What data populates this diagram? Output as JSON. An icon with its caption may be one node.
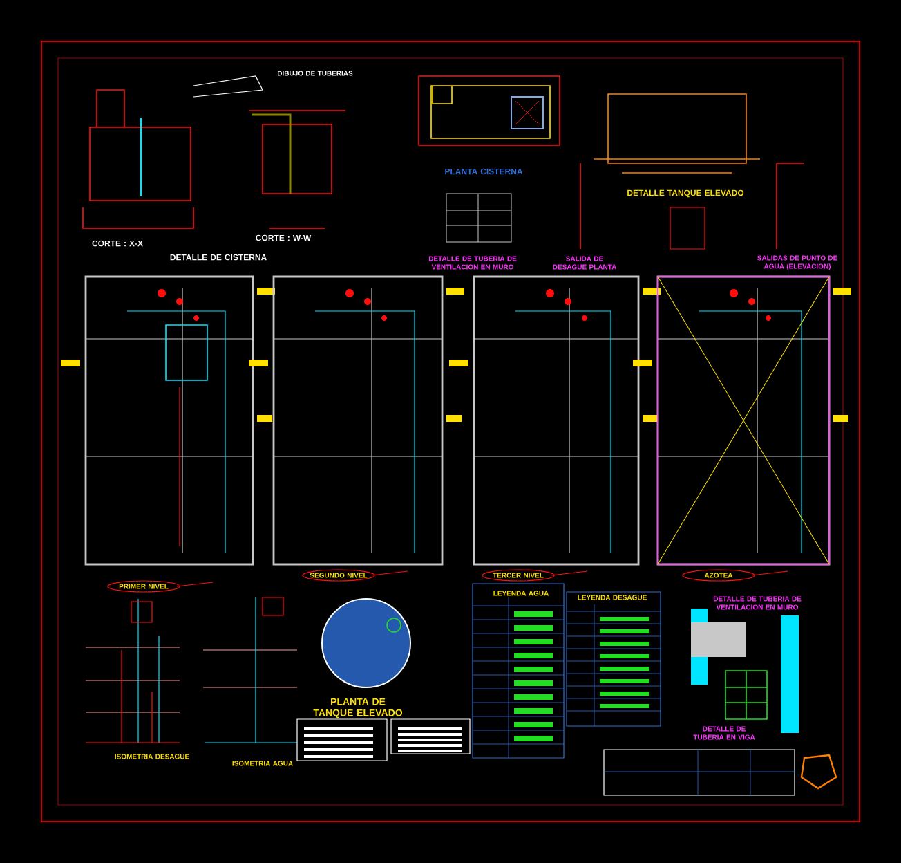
{
  "diagram": {
    "labels": [
      "DIBUJO DE TUBERIAS",
      "CORTE : X-X",
      "CORTE : W-W",
      "DETALLE DE CISTERNA",
      "PLANTA CISTERNA",
      "DETALLE TANQUE ELEVADO",
      "DETALLE DE TUBERIA DE VENTILACION EN MURO",
      "SALIDA DE DESAGUE PLANTA",
      "SALIDAS DE PUNTO DE AGUA (ELEVACION)",
      "PRIMER NIVEL",
      "SEGUNDO NIVEL",
      "TERCER NIVEL",
      "AZOTEA",
      "ISOMETRIA DESAGUE",
      "ISOMETRIA AGUA",
      "PLANTA DE TANQUE ELEVADO",
      "LEYENDA AGUA",
      "LEYENDA DESAGUE",
      "DETALLE DE TUBERIA DE VENTILACION EN MURO",
      "DETALLE DE TUBERIA EN VIGA"
    ]
  }
}
